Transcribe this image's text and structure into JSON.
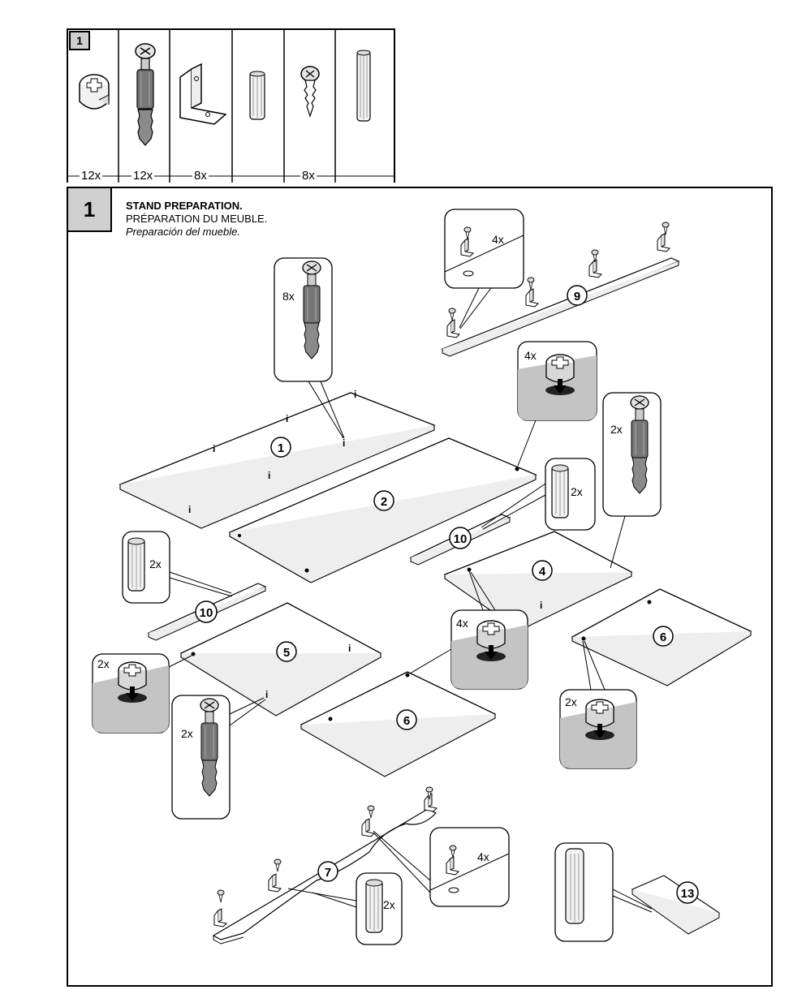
{
  "hardware_panel": {
    "step": "1",
    "quantities": [
      "12x",
      "12x",
      "8x",
      "",
      "8x",
      ""
    ],
    "icons": [
      "cam-lock-icon",
      "cam-bolt-icon",
      "l-bracket-icon",
      "short-dowel-icon",
      "wood-screw-icon",
      "long-dowel-icon"
    ]
  },
  "step": {
    "number": "1",
    "title_en": "STAND PREPARATION.",
    "title_fr": "PRÉPARATION DU MEUBLE.",
    "title_es": "Preparación del mueble."
  },
  "parts": [
    "1",
    "2",
    "4",
    "5",
    "6",
    "6",
    "7",
    "9",
    "10",
    "10",
    "13"
  ],
  "callouts": {
    "cam_bolt_top": "8x",
    "bracket_9": "4x",
    "cam_lock_2": "4x",
    "cam_bolt_4": "2x",
    "dowel_10_right": "2x",
    "dowel_10_left": "2x",
    "cam_lock_5": "2x",
    "cam_bolt_5": "2x",
    "cam_lock_4": "4x",
    "cam_lock_6": "2x",
    "bracket_7": "4x",
    "dowel_7": "2x"
  }
}
